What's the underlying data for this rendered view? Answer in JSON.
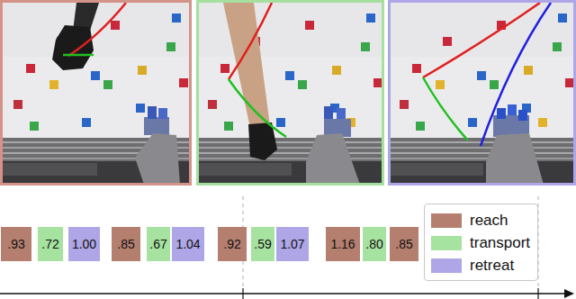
{
  "diagram": {
    "nodes": [
      {
        "text": [
          ".93"
        ]
      },
      {
        "text": [
          ".72"
        ]
      },
      {
        "text": [
          "1.00"
        ]
      },
      {
        "text": [
          ".85"
        ]
      },
      {
        "text": [
          ".67"
        ]
      },
      {
        "text": [
          "1.04"
        ]
      },
      {
        "text": [
          ".92"
        ]
      },
      {
        "text": [
          ".59"
        ]
      },
      {
        "text": [
          "1.07"
        ]
      },
      {
        "text": [
          "1.16"
        ]
      },
      {
        "text": [
          ".80"
        ]
      },
      {
        "text": [
          ".85"
        ]
      }
    ],
    "legend": [
      {
        "text": "reach",
        "color": "#b57f70"
      },
      {
        "text": "transport",
        "color": "#a6e2a0"
      },
      {
        "text": "retreat",
        "color": "#aea6e6"
      }
    ]
  }
}
